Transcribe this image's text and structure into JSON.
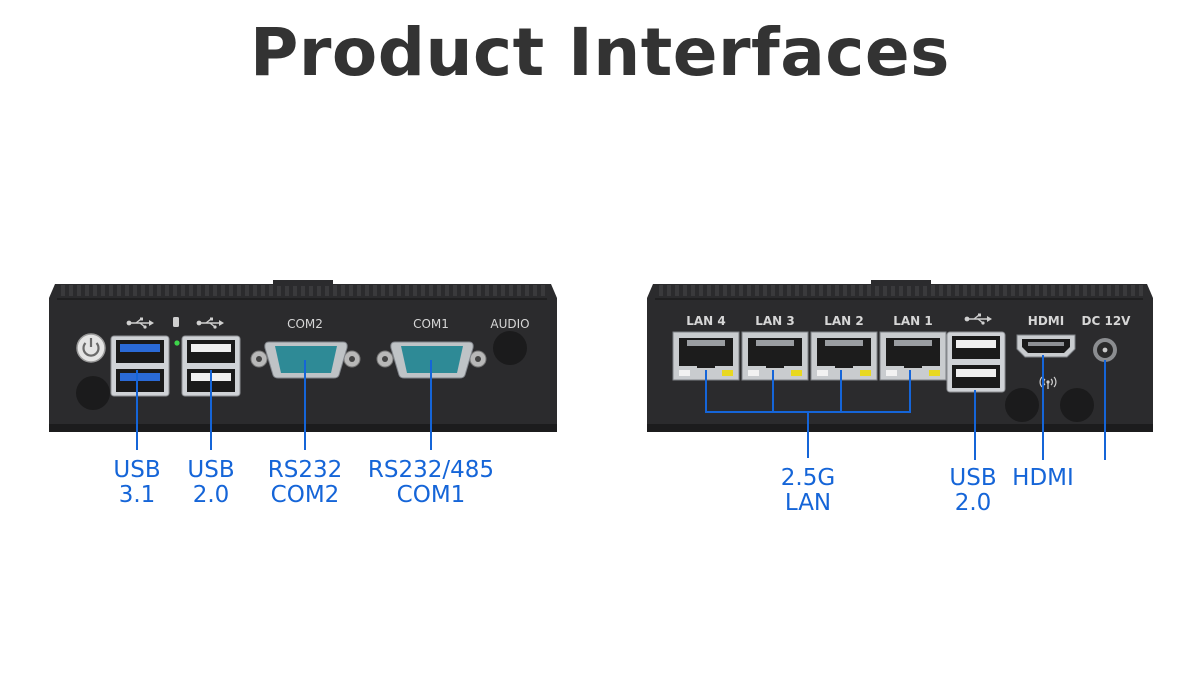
{
  "heading": "Product Interfaces",
  "colors": {
    "accent": "#1565d8",
    "chassis": "#2b2b2d",
    "fin": "#3a3a3c",
    "rj45_led": "#e8d820",
    "db9": "#2e8a96",
    "usb3": "#2a6ad6"
  },
  "left_panel": {
    "silkscreen": {
      "com2": "COM2",
      "com1": "COM1",
      "audio": "AUDIO"
    },
    "icons": {
      "power": "power-icon",
      "usb": "usb-icon",
      "storage": "storage-icon"
    },
    "callouts": [
      {
        "line1": "USB",
        "line2": "3.1"
      },
      {
        "line1": "USB",
        "line2": "2.0"
      },
      {
        "line1": "RS232",
        "line2": "COM2"
      },
      {
        "line1": "RS232/485",
        "line2": "COM1"
      }
    ]
  },
  "right_panel": {
    "silkscreen": {
      "lan4": "LAN 4",
      "lan3": "LAN 3",
      "lan2": "LAN 2",
      "lan1": "LAN 1",
      "hdmi": "HDMI",
      "dc": "DC 12V"
    },
    "icons": {
      "usb": "usb-icon",
      "wifi": "wifi-antenna-icon"
    },
    "callouts": [
      {
        "line1": "2.5G",
        "line2": "LAN"
      },
      {
        "line1": "USB",
        "line2": "2.0"
      },
      {
        "line1": "HDMI"
      }
    ]
  }
}
